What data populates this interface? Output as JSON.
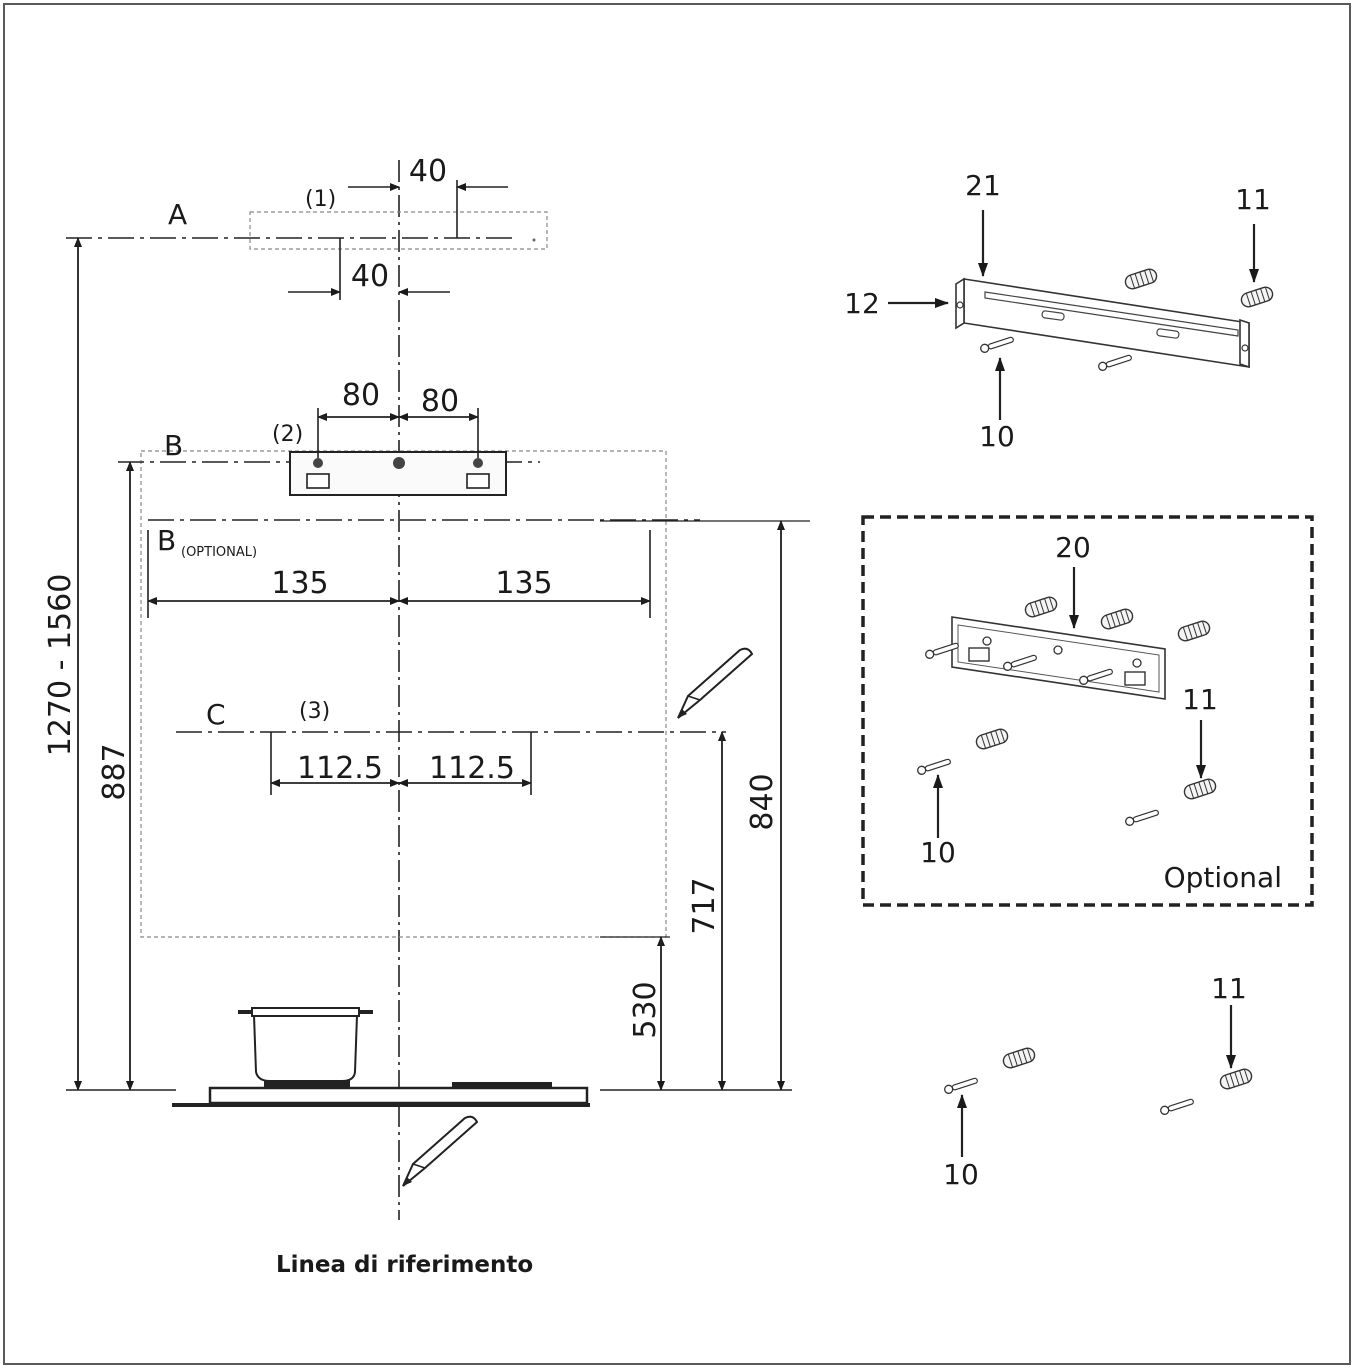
{
  "labels": {
    "a": "A",
    "b": "B",
    "b_opt_letter": "B",
    "b_opt_note": "(OPTIONAL)",
    "c": "C",
    "n1": "(1)",
    "n2": "(2)",
    "n3": "(3)"
  },
  "dims": {
    "d40_top": "40",
    "d40_bottom": "40",
    "d80_left": "80",
    "d80_right": "80",
    "d135_left": "135",
    "d135_right": "135",
    "d112_left": "112.5",
    "d112_right": "112.5",
    "range": "1270 - 1560",
    "d887": "887",
    "d840": "840",
    "d717": "717",
    "d530": "530"
  },
  "caption": "Linea di riferimento",
  "parts": {
    "p21": "21",
    "p11_a": "11",
    "p12": "12",
    "p10_a": "10",
    "p20": "20",
    "p11_b": "11",
    "p10_b": "10",
    "optional": "Optional",
    "p11_c": "11",
    "p10_c": "10"
  }
}
